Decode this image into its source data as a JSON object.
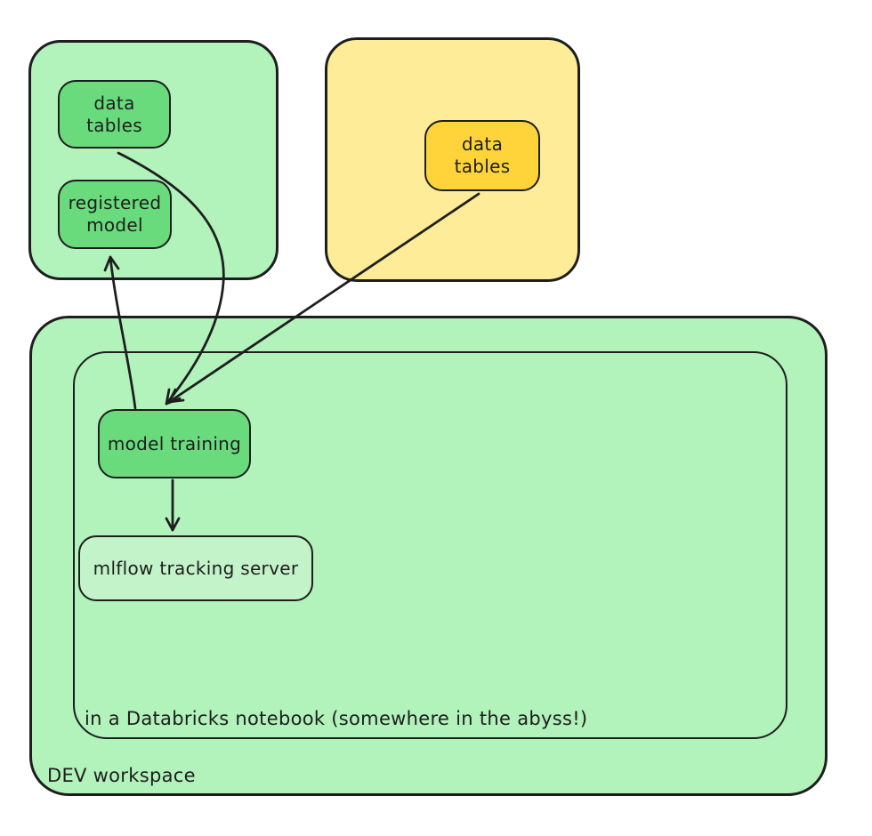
{
  "colors": {
    "canvas_background": "#ffffff",
    "green_container_fill": "#b2f2bb",
    "green_node_fill": "#69db7c",
    "yellow_container_fill": "#ffec99",
    "yellow_node_fill": "#ffd43b",
    "mlflow_node_fill": "#c3f3c8",
    "stroke": "#1e1e1e"
  },
  "green_catalog": {
    "data_tables_label": "data tables",
    "registered_model_label": "registered model"
  },
  "yellow_catalog": {
    "data_tables_label": "data tables"
  },
  "dev_workspace": {
    "label": "DEV workspace",
    "notebook_caption": "in a Databricks notebook (somewhere in the abyss!)",
    "model_training_label": "model training",
    "mlflow_label": "mlflow tracking server"
  },
  "arrows": [
    {
      "name": "green-data-tables-to-model-training"
    },
    {
      "name": "model-training-to-registered-model"
    },
    {
      "name": "yellow-data-tables-to-model-training"
    },
    {
      "name": "model-training-to-mlflow-tracking-server"
    }
  ]
}
